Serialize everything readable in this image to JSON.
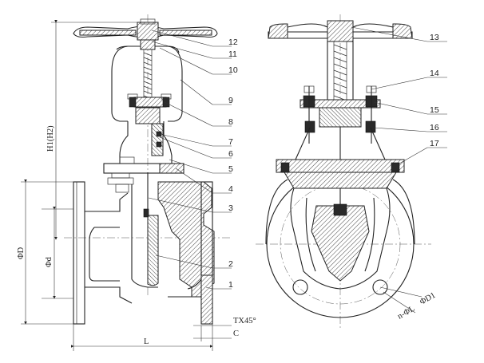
{
  "callouts": {
    "p1": "1",
    "p2": "2",
    "p3": "3",
    "p4": "4",
    "p5": "5",
    "p6": "6",
    "p7": "7",
    "p8": "8",
    "p9": "9",
    "p10": "10",
    "p11": "11",
    "p12": "12",
    "p13": "13",
    "p14": "14",
    "p15": "15",
    "p16": "16",
    "p17": "17"
  },
  "dimensions": {
    "height": "H1(H2)",
    "outer_diameter": "ΦD",
    "inner_diameter": "Φd",
    "length": "L",
    "chamfer": "TX45°",
    "raised_face": "C",
    "bolt_circle": "ΦD1",
    "bolt_holes": "n-ΦL"
  }
}
